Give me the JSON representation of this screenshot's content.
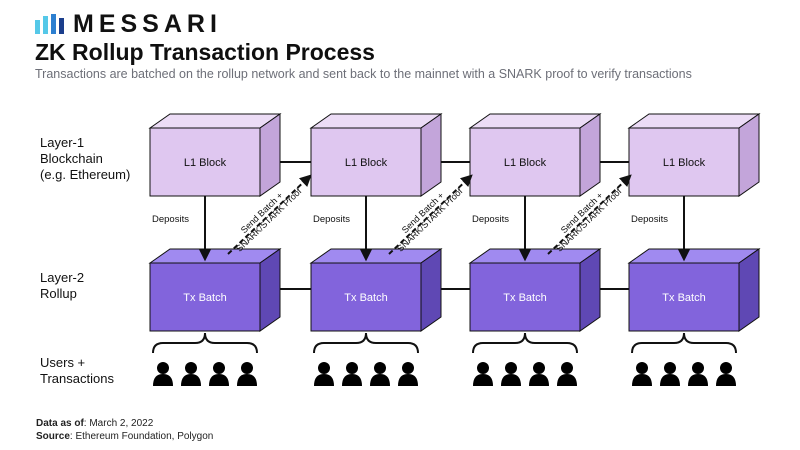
{
  "brand": {
    "name": "MESSARI"
  },
  "header": {
    "title": "ZK Rollup Transaction Process",
    "subtitle": "Transactions are batched on the rollup network and sent back to the mainnet with a SNARK proof to verify transactions"
  },
  "rows": {
    "layer1": [
      "Layer-1",
      "Blockchain",
      "(e.g. Ethereum)"
    ],
    "layer2": [
      "Layer-2",
      "Rollup"
    ],
    "users": [
      "Users +",
      "Transactions"
    ]
  },
  "diagram": {
    "l1_blocks": [
      "L1 Block",
      "L1 Block",
      "L1 Block",
      "L1 Block"
    ],
    "tx_batches": [
      "Tx Batch",
      "Tx Batch",
      "Tx Batch",
      "Tx Batch"
    ],
    "deposit_labels": [
      "Deposits",
      "Deposits",
      "Deposits",
      "Deposits"
    ],
    "send_batch_labels": [
      [
        "Send Batch +",
        "SNARK/STARK Proof"
      ],
      [
        "Send Batch +",
        "SNARK/STARK Proof"
      ],
      [
        "Send Batch +",
        "SNARK/STARK Proof"
      ]
    ],
    "users_per_group": 4
  },
  "footer": {
    "data_as_of_label": "Data as of",
    "data_as_of_value": ": March 2, 2022",
    "source_label": "Source",
    "source_value": ": Ethereum Foundation, Polygon"
  },
  "colors": {
    "l1_front": "#dfc7f0",
    "l1_top": "#ecdcf6",
    "l1_side": "#c3a5da",
    "tx_front": "#8264dc",
    "tx_top": "#a08af0",
    "tx_side": "#5f48b4",
    "logo_icon": "#55c8e8",
    "ink": "#111111"
  }
}
